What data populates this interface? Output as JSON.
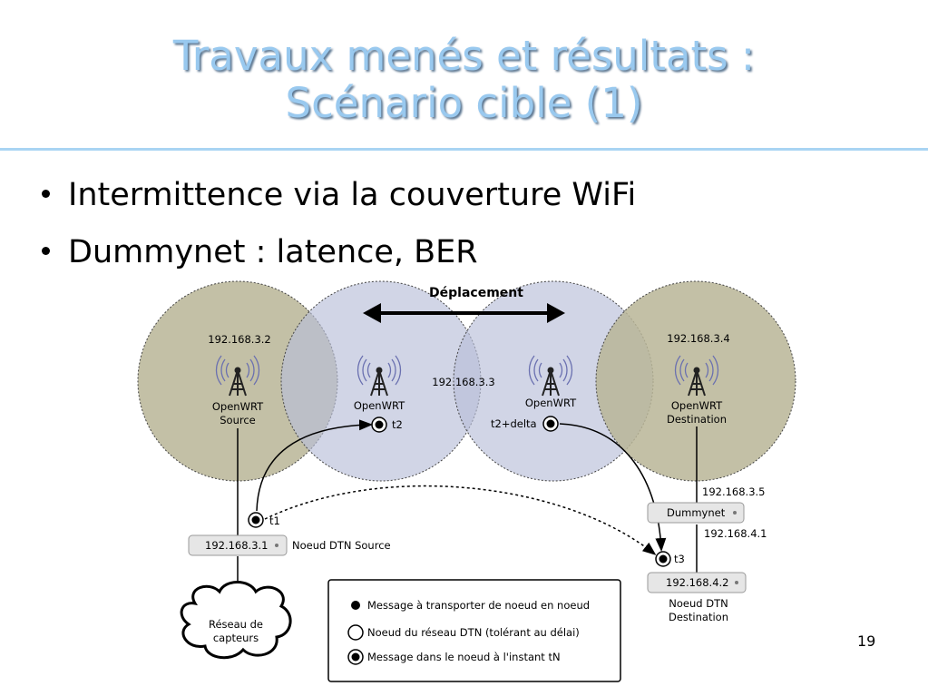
{
  "slide": {
    "title_line1": "Travaux menés et résultats :",
    "title_line2": "Scénario cible (1)",
    "bullets": [
      "Intermittence via la couverture WiFi",
      "Dummynet : latence, BER"
    ],
    "page_number": "19"
  },
  "diagram": {
    "movement_label": "Déplacement",
    "node_source": {
      "ip": "192.168.3.2",
      "line1": "OpenWRT",
      "line2": "Source"
    },
    "node_mobile_ip": "192.168.3.3",
    "node_mobile_left": {
      "line1": "OpenWRT"
    },
    "node_mobile_right": {
      "line1": "OpenWRT"
    },
    "node_destination": {
      "ip": "192.168.3.4",
      "line1": "OpenWRT",
      "line2": "Destination"
    },
    "times": {
      "t1": "t1",
      "t2": "t2",
      "t2delta": "t2+delta",
      "t3": "t3"
    },
    "device_source": "192.168.3.1",
    "device_source_label": "Noeud DTN Source",
    "dummynet_ip_top": "192.168.3.5",
    "dummynet_label": "Dummynet",
    "dummynet_ip_bottom": "192.168.4.1",
    "device_destination": "192.168.4.2",
    "device_destination_label_line1": "Noeud DTN",
    "device_destination_label_line2": "Destination",
    "sensor_network": {
      "line1": "Réseau de",
      "line2": "capteurs"
    },
    "legend": [
      "Message à transporter de noeud en noeud",
      "Noeud du réseau DTN (tolérant au délai)",
      "Message dans le noeud à l'instant tN"
    ]
  },
  "colors": {
    "title": "#99c9ef",
    "rule": "#a9d4f3",
    "olive_cell": "#bcb89a",
    "blue_cell": "#bfc3da"
  }
}
